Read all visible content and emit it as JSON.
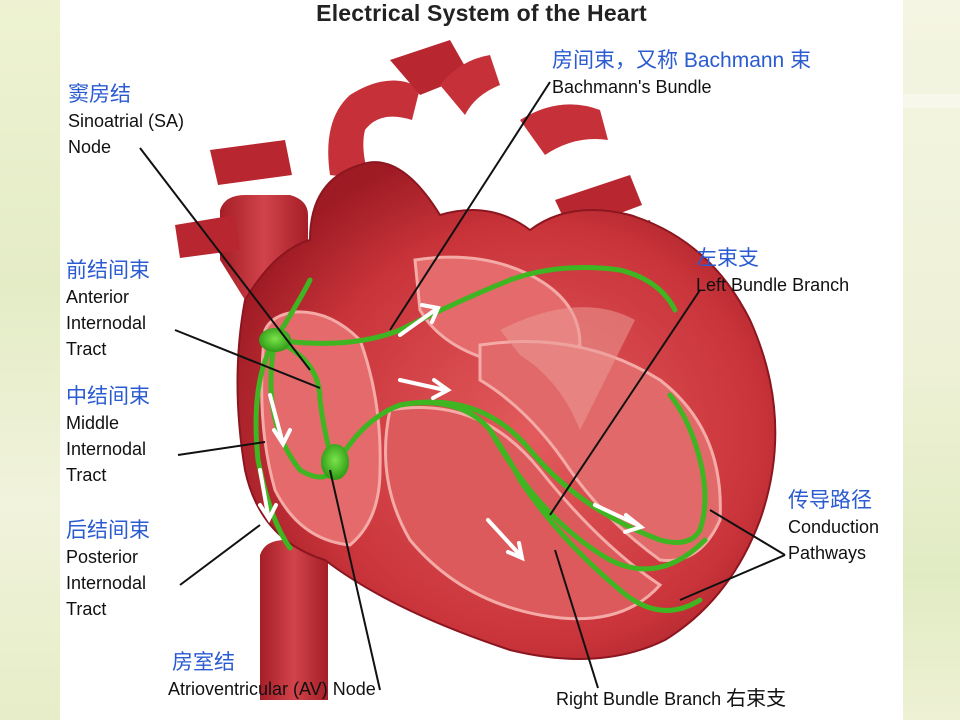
{
  "title": "Electrical System of the Heart",
  "labels": {
    "sa_node": {
      "cn": "窦房结",
      "en": [
        "Sinoatrial (SA)",
        "Node"
      ]
    },
    "bachmann": {
      "cn": "房间束，又称 Bachmann 束",
      "en": [
        "Bachmann's Bundle"
      ]
    },
    "anterior": {
      "cn": "前结间束",
      "en": [
        "Anterior",
        "Internodal",
        "Tract"
      ]
    },
    "middle": {
      "cn": "中结间束",
      "en": [
        "Middle",
        "Internodal",
        "Tract"
      ]
    },
    "posterior": {
      "cn": "后结间束",
      "en": [
        "Posterior",
        "Internodal",
        "Tract"
      ]
    },
    "left_bundle": {
      "cn": "左束支",
      "en": [
        "Left Bundle Branch"
      ]
    },
    "conduction": {
      "cn": "传导路径",
      "en": [
        "Conduction",
        "Pathways"
      ]
    },
    "av_node": {
      "cn": "房室结",
      "en": [
        "Atrioventricular (AV) Node"
      ]
    },
    "right_bundle": {
      "en": "Right Bundle Branch",
      "cn": "右束支"
    }
  },
  "colors": {
    "heart_dark": "#b3212a",
    "heart_mid": "#d84a4e",
    "heart_light": "#f08a86",
    "conduction_green": "#3fb521",
    "label_blue": "#2a5bd0"
  }
}
